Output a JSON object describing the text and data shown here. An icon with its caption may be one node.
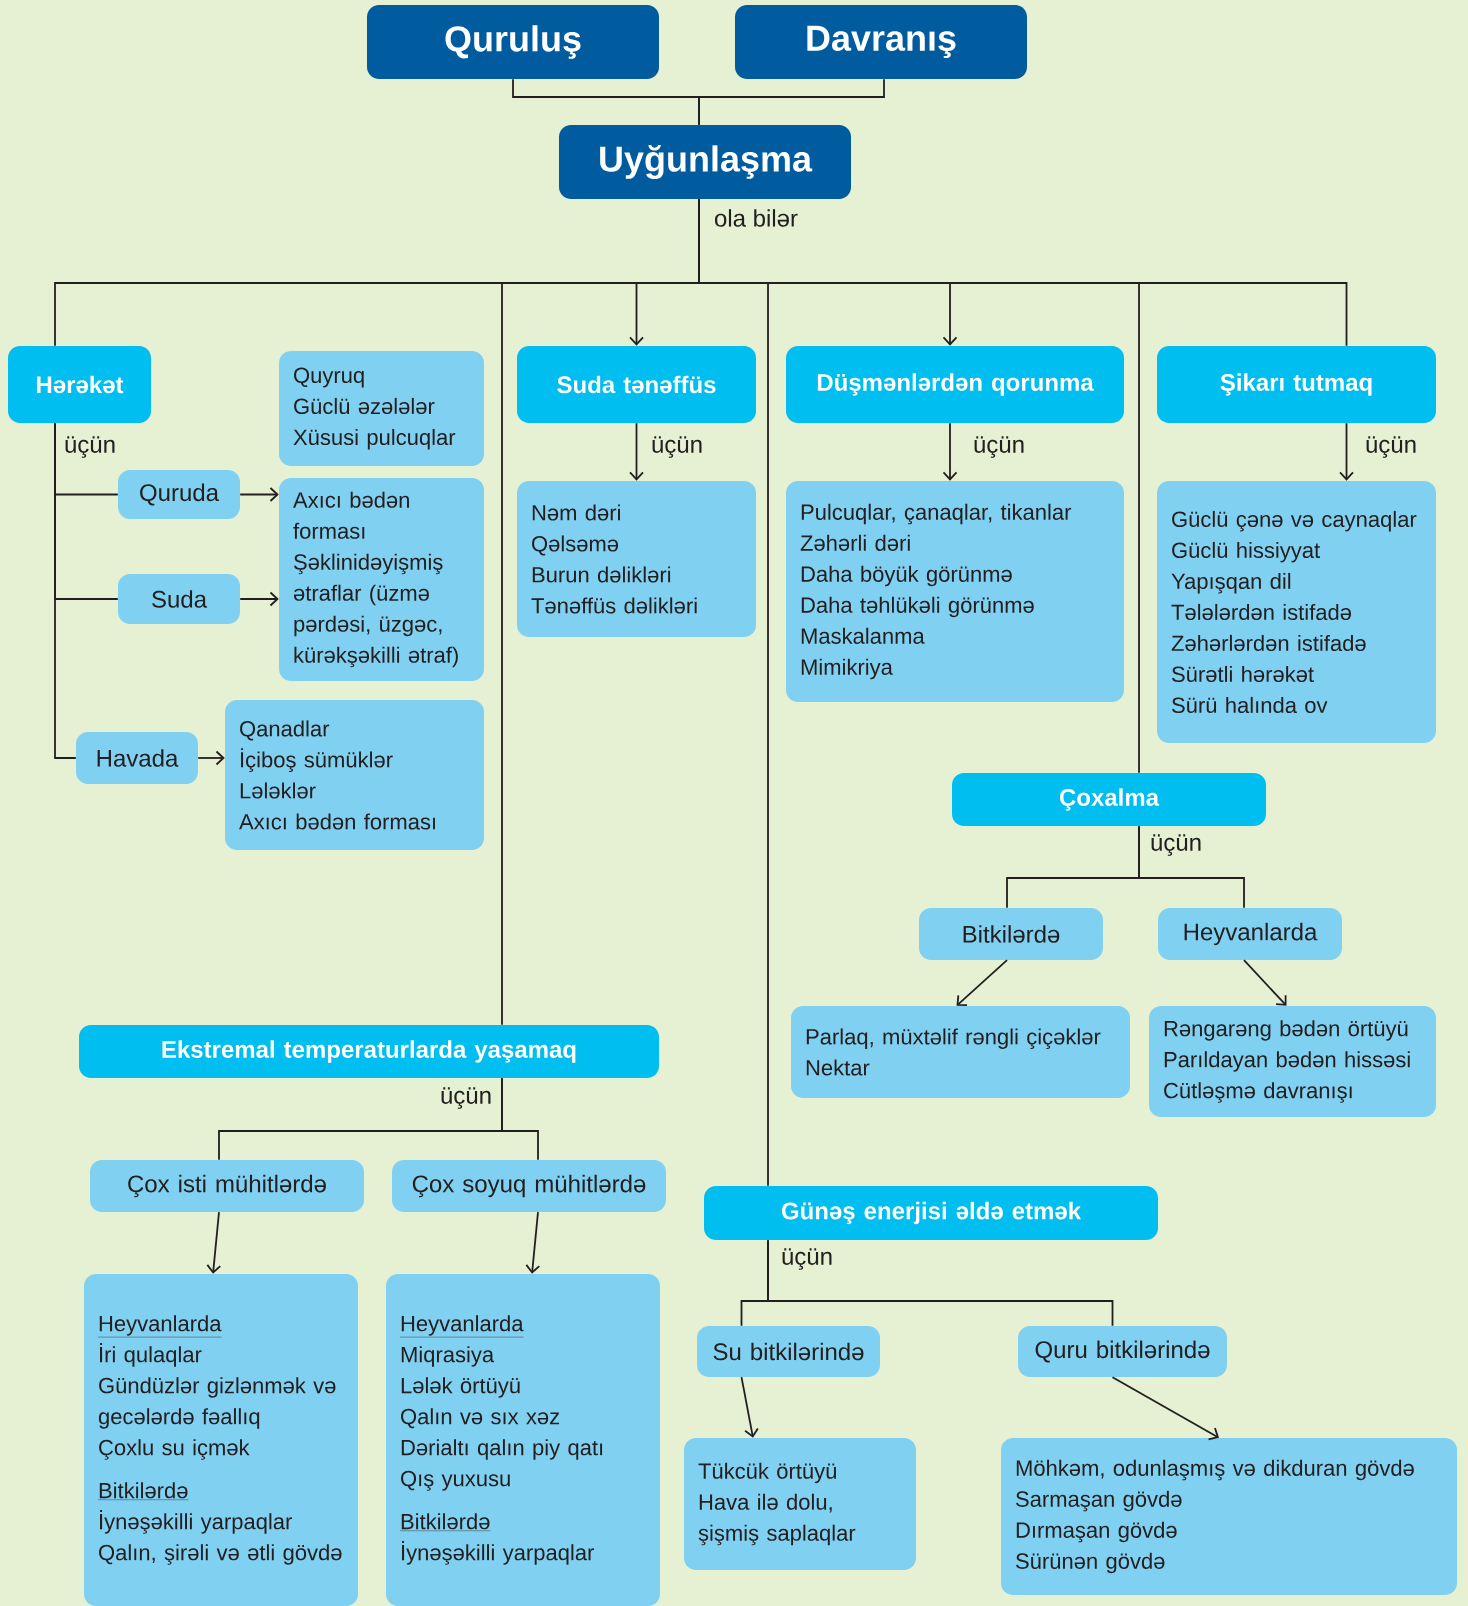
{
  "diagram": {
    "nodes": [
      {
        "text": [
          "Quruluş"
        ]
      },
      {
        "text": [
          "Davranış"
        ]
      },
      {
        "text": [
          "Uyğunlaşma"
        ]
      },
      {
        "text": [
          "Hərəkət"
        ]
      },
      {
        "text": [
          "Quyruq",
          "Güclü əzələlər",
          "Xüsusi pulcuqlar"
        ]
      },
      {
        "text": [
          "Quruda"
        ]
      },
      {
        "text": [
          "Axıcı bədən forması",
          "Şəklinidəyişmiş ətraflar (üzmə pərdəsi, üzgəc, kürəkşəkilli ətraf)"
        ]
      },
      {
        "text": [
          "Suda"
        ]
      },
      {
        "text": [
          "Havada"
        ]
      },
      {
        "text": [
          "Qanadlar",
          "İçiboş sümüklər",
          "Lələklər",
          "Axıcı bədən forması"
        ]
      },
      {
        "text": [
          "Suda tənəffüs"
        ]
      },
      {
        "text": [
          "Nəm dəri",
          "Qəlsəmə",
          "Burun dəlikləri",
          "Tənəffüs dəlikləri"
        ]
      },
      {
        "text": [
          "Düşmənlərdən qorunma"
        ]
      },
      {
        "text": [
          "Pulcuqlar, çanaqlar, tikanlar",
          "Zəhərli dəri",
          "Daha böyük görünmə",
          "Daha təhlükəli görünmə",
          "Maskalanma",
          "Mimikriya"
        ]
      },
      {
        "text": [
          "Şikarı tutmaq"
        ]
      },
      {
        "text": [
          "Güclü çənə və caynaqlar",
          "Güclü hissiyyat",
          "Yapışqan dil",
          "Tələlərdən istifadə",
          "Zəhərlərdən istifadə",
          "Sürətli hərəkət",
          "Sürü halında ov"
        ]
      },
      {
        "text": [
          "Çoxalma"
        ]
      },
      {
        "text": [
          "Bitkilərdə"
        ]
      },
      {
        "text": [
          "Heyvanlarda"
        ]
      },
      {
        "text": [
          "Parlaq, müxtəlif rəngli çiçəklər",
          "Nektar"
        ]
      },
      {
        "text": [
          "Rəngarəng bədən örtüyü",
          "Parıldayan bədən hissəsi",
          "Cütləşmə davranışı"
        ]
      },
      {
        "text": [
          "Ekstremal temperaturlarda yaşamaq"
        ]
      },
      {
        "text": [
          "Çox isti mühitlərdə"
        ]
      },
      {
        "text": [
          "Çox soyuq mühitlərdə"
        ]
      },
      {
        "text": [
          "Heyvanlarda",
          "İri qulaqlar",
          "Gündüzlər gizlənmək və gecələrdə fəallıq",
          "Çoxlu su içmək",
          "Bitkilərdə",
          "İynəşəkilli yarpaqlar",
          "Qalın, şirəli və ətli gövdə"
        ]
      },
      {
        "text": [
          "Heyvanlarda",
          "Miqrasiya",
          "Lələk örtüyü",
          "Qalın və sıx xəz",
          "Dərialtı qalın piy qatı",
          "Qış yuxusu",
          "Bitkilərdə",
          "İynəşəkilli yarpaqlar"
        ]
      },
      {
        "text": [
          "Günəş enerjisi əldə etmək"
        ]
      },
      {
        "text": [
          "Su bitkilərində"
        ]
      },
      {
        "text": [
          "Quru bitkilərində"
        ]
      },
      {
        "text": [
          "Tükcük örtüyü",
          "Hava ilə dolu, şişmiş saplaqlar"
        ]
      },
      {
        "text": [
          "Möhkəm, odunlaşmış və dikduran gövdə",
          "Sarmaşan gövdə",
          "Dırmaşan gövdə",
          "Sürünən gövdə"
        ]
      }
    ],
    "edges": [
      {
        "from": 0,
        "to": 2,
        "arrow": "none"
      },
      {
        "from": 1,
        "to": 2,
        "arrow": "none"
      },
      {
        "from": 2,
        "to": 3,
        "arrow": "none"
      },
      {
        "from": 2,
        "to": 10,
        "arrow": "to"
      },
      {
        "from": 2,
        "to": 12,
        "arrow": "to"
      },
      {
        "from": 2,
        "to": 14,
        "arrow": "none"
      },
      {
        "from": 2,
        "to": 21,
        "arrow": "none"
      },
      {
        "from": 2,
        "to": 26,
        "arrow": "none"
      },
      {
        "from": 2,
        "to": 16,
        "arrow": "none"
      },
      {
        "from": 3,
        "to": 5,
        "arrow": "none"
      },
      {
        "from": 3,
        "to": 7,
        "arrow": "none"
      },
      {
        "from": 3,
        "to": 8,
        "arrow": "none"
      },
      {
        "from": 5,
        "to": 6,
        "arrow": "to"
      },
      {
        "from": 7,
        "to": 6,
        "arrow": "to"
      },
      {
        "from": 8,
        "to": 9,
        "arrow": "to"
      },
      {
        "from": 10,
        "to": 11,
        "arrow": "to",
        "label": "üçün"
      },
      {
        "from": 12,
        "to": 13,
        "arrow": "to",
        "label": "üçün"
      },
      {
        "from": 14,
        "to": 15,
        "arrow": "to",
        "label": "üçün"
      },
      {
        "from": 16,
        "to": 17,
        "arrow": "none"
      },
      {
        "from": 16,
        "to": 18,
        "arrow": "none"
      },
      {
        "from": 17,
        "to": 19,
        "arrow": "to"
      },
      {
        "from": 18,
        "to": 20,
        "arrow": "to"
      },
      {
        "from": 21,
        "to": 22,
        "arrow": "none"
      },
      {
        "from": 21,
        "to": 23,
        "arrow": "none"
      },
      {
        "from": 22,
        "to": 24,
        "arrow": "to"
      },
      {
        "from": 23,
        "to": 25,
        "arrow": "to"
      },
      {
        "from": 26,
        "to": 27,
        "arrow": "none"
      },
      {
        "from": 26,
        "to": 28,
        "arrow": "none"
      },
      {
        "from": 27,
        "to": 29,
        "arrow": "to"
      },
      {
        "from": 28,
        "to": 30,
        "arrow": "to"
      }
    ],
    "labels": [
      "ola bilər",
      "üçün",
      "üçün",
      "üçün",
      "üçün"
    ]
  }
}
